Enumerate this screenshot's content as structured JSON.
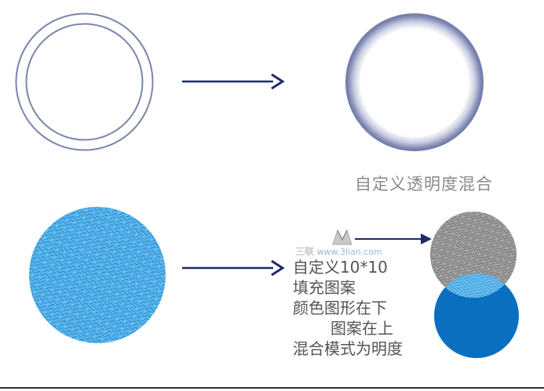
{
  "caption_top": "自定义透明度混合",
  "notes": [
    "自定义10*10",
    "填充图案",
    "颜色图形在下",
    "图案在上",
    "混合模式为明度"
  ],
  "watermark": {
    "brand": "三联",
    "url": "www.3lian.com"
  },
  "colors": {
    "ring": "#7a85aa",
    "arrow": "#1f2a6b",
    "blue_pattern": "#5bb6ec",
    "gray_pattern": "#9a9a9a",
    "solid_blue": "#0b6fbf"
  }
}
